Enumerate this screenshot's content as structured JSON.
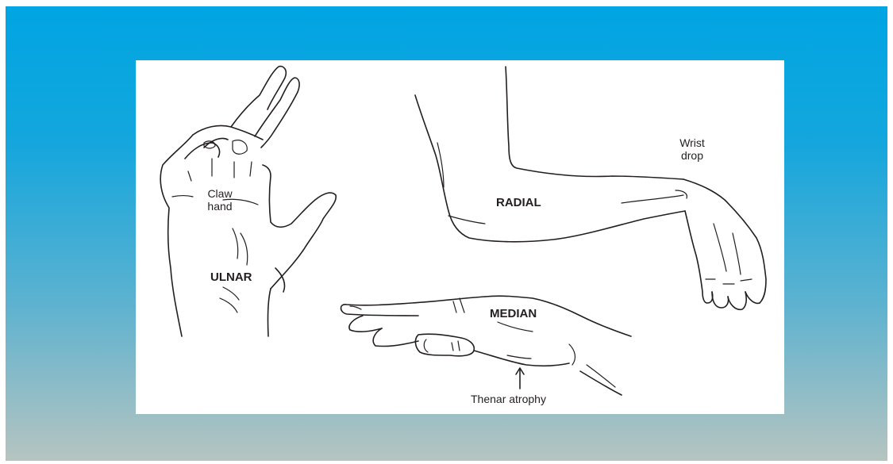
{
  "diagram": {
    "labels": {
      "claw_hand": "Claw\nhand",
      "ulnar": "ULNAR",
      "radial": "RADIAL",
      "wrist_drop": "Wrist\ndrop",
      "median": "MEDIAN",
      "thenar_atrophy": "Thenar atrophy"
    }
  }
}
